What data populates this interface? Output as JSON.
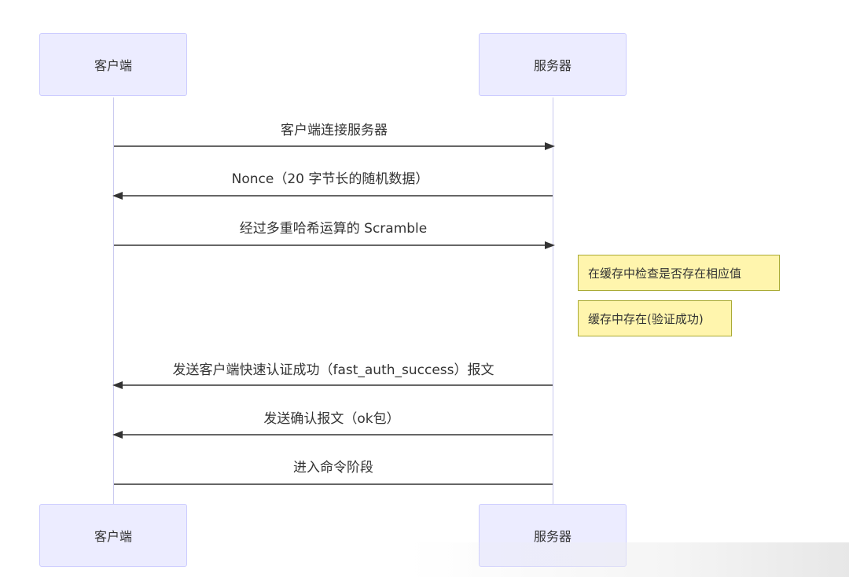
{
  "participants": {
    "client": "客户端",
    "server": "服务器"
  },
  "messages": [
    {
      "label": "客户端连接服务器",
      "direction": "client-to-server"
    },
    {
      "label": "Nonce（20 字节长的随机数据）",
      "direction": "server-to-client"
    },
    {
      "label": "经过多重哈希运算的 Scramble",
      "direction": "client-to-server"
    },
    {
      "label": "发送客户端快速认证成功（fast_auth_success）报文",
      "direction": "server-to-client"
    },
    {
      "label": "发送确认报文（ok包）",
      "direction": "server-to-client"
    },
    {
      "label": "进入命令阶段",
      "direction": "server-to-client-no-arrow"
    }
  ],
  "notes": [
    {
      "label": "在缓存中检查是否存在相应值",
      "position": "right of server"
    },
    {
      "label": "缓存中存在(验证成功)",
      "position": "right of server"
    }
  ],
  "colors": {
    "actor_fill": "#ECECFF",
    "actor_border": "#CCCCFF",
    "note_fill": "#FFF5AD",
    "note_border": "#AAAA33",
    "line": "#333333"
  }
}
